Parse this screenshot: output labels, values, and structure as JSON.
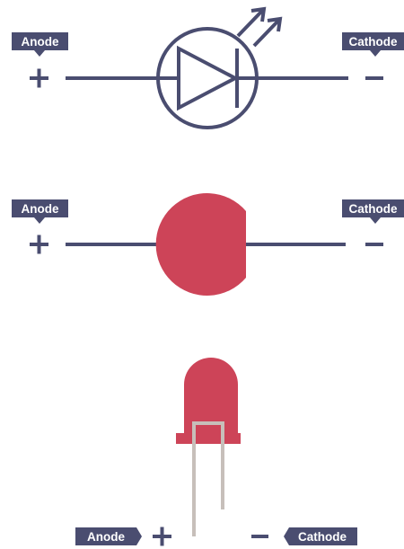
{
  "labels": {
    "anode": "Anode",
    "cathode": "Cathode"
  },
  "symbols": {
    "positive": "+",
    "negative": "−"
  },
  "colors": {
    "line": "#4a4d70",
    "led_red": "#cd4458",
    "lead_grey": "#c7bfba",
    "tag_bg": "#4a4d70",
    "tag_text": "#ffffff",
    "background": "#ffffff"
  },
  "views": [
    {
      "view": "circuit-symbol",
      "icon": "led-symbol-icon"
    },
    {
      "view": "top-view",
      "icon": "led-top-icon"
    },
    {
      "view": "side-view",
      "icon": "led-side-icon"
    }
  ]
}
